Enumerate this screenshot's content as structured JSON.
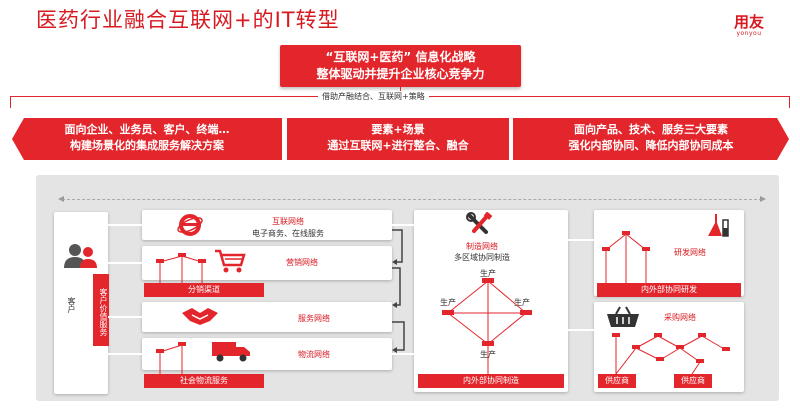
{
  "page": {
    "title": "医药行业融合互联网+的IT转型"
  },
  "logo": {
    "main": "用友",
    "sub": "yonyou"
  },
  "strategy": {
    "line1": "“互联网+医药” 信息化战略",
    "line2": "整体驱动并提升企业核心竞争力"
  },
  "bracket_note": "借助产融结合、互联网+策略",
  "banners": [
    {
      "line1": "面向企业、业务员、客户、终端…",
      "line2": "构建场景化的集成服务解决方案"
    },
    {
      "line1": "要素+场景",
      "line2": "通过互联网+进行整合、融合"
    },
    {
      "line1": "面向产品、技术、服务三大要素",
      "line2": "强化内部协同、降低内部协同成本"
    }
  ],
  "customer": {
    "label": "客户",
    "service_tag": "客户价值服务"
  },
  "channels": {
    "internet": {
      "title": "互联网络",
      "sub": "电子商务、在线服务"
    },
    "marketing": {
      "title": "营销网络"
    },
    "distribution_tag": "分销渠道",
    "service": {
      "title": "服务网络"
    },
    "logistics": {
      "title": "物流网络"
    },
    "social_logistics_tag": "社会物流服务"
  },
  "manufacturing": {
    "title": "制造网络",
    "sub": "多区域协同制造",
    "nodes": [
      "生产",
      "生产",
      "生产",
      "生产"
    ],
    "tag": "内外部协同制造"
  },
  "rnd": {
    "title": "研发网络",
    "tag": "内外部协同研发"
  },
  "procurement": {
    "title": "采购网络",
    "suppliers": [
      "供应商",
      "供应商"
    ]
  },
  "colors": {
    "brand_red": "#E3262C",
    "panel_gray": "#E4E4E4"
  }
}
